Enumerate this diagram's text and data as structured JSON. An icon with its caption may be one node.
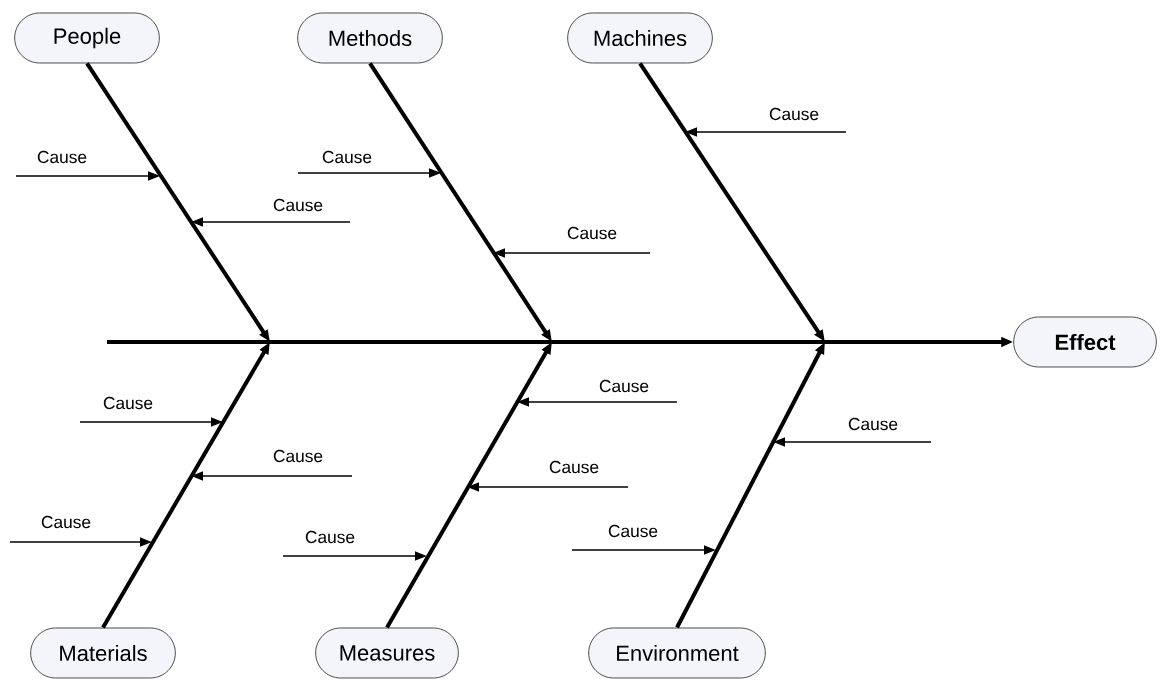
{
  "diagram": {
    "nodes": [
      {
        "text": [
          "People"
        ]
      },
      {
        "text": [
          "Methods"
        ]
      },
      {
        "text": [
          "Machines"
        ]
      },
      {
        "text": [
          "Effect"
        ]
      },
      {
        "text": [
          "Materials"
        ]
      },
      {
        "text": [
          "Measures"
        ]
      },
      {
        "text": [
          "Environment"
        ]
      },
      {
        "text": [
          "Cause"
        ]
      },
      {
        "text": [
          "Cause"
        ]
      },
      {
        "text": [
          "Cause"
        ]
      },
      {
        "text": [
          "Cause"
        ]
      },
      {
        "text": [
          "Cause"
        ]
      },
      {
        "text": [
          "Cause"
        ]
      },
      {
        "text": [
          "Cause"
        ]
      },
      {
        "text": [
          "Cause"
        ]
      },
      {
        "text": [
          "Cause"
        ]
      },
      {
        "text": [
          "Cause"
        ]
      },
      {
        "text": [
          "Cause"
        ]
      },
      {
        "text": [
          "Cause"
        ]
      },
      {
        "text": [
          "Cause"
        ]
      }
    ],
    "edges": [
      {
        "from": 0,
        "to": null,
        "arrow": "to",
        "style": "thick"
      },
      {
        "from": 1,
        "to": null,
        "arrow": "to",
        "style": "thick"
      },
      {
        "from": 2,
        "to": null,
        "arrow": "to",
        "style": "thick"
      },
      {
        "from": 4,
        "to": null,
        "arrow": "to",
        "style": "thick"
      },
      {
        "from": 5,
        "to": null,
        "arrow": "to",
        "style": "thick"
      },
      {
        "from": 6,
        "to": null,
        "arrow": "to",
        "style": "thick"
      },
      {
        "from": null,
        "to": 3,
        "arrow": "to",
        "style": "thick"
      },
      {
        "from": 7,
        "to": null,
        "arrow": "to"
      },
      {
        "from": 8,
        "to": null,
        "arrow": "to"
      },
      {
        "from": 9,
        "to": null,
        "arrow": "to"
      },
      {
        "from": 10,
        "to": null,
        "arrow": "to"
      },
      {
        "from": 11,
        "to": null,
        "arrow": "to"
      },
      {
        "from": 12,
        "to": null,
        "arrow": "to"
      },
      {
        "from": 13,
        "to": null,
        "arrow": "to"
      },
      {
        "from": 14,
        "to": null,
        "arrow": "to"
      },
      {
        "from": 15,
        "to": null,
        "arrow": "to"
      },
      {
        "from": 16,
        "to": null,
        "arrow": "to"
      },
      {
        "from": 17,
        "to": null,
        "arrow": "to"
      },
      {
        "from": 18,
        "to": null,
        "arrow": "to"
      },
      {
        "from": 19,
        "to": null,
        "arrow": "to"
      }
    ]
  }
}
